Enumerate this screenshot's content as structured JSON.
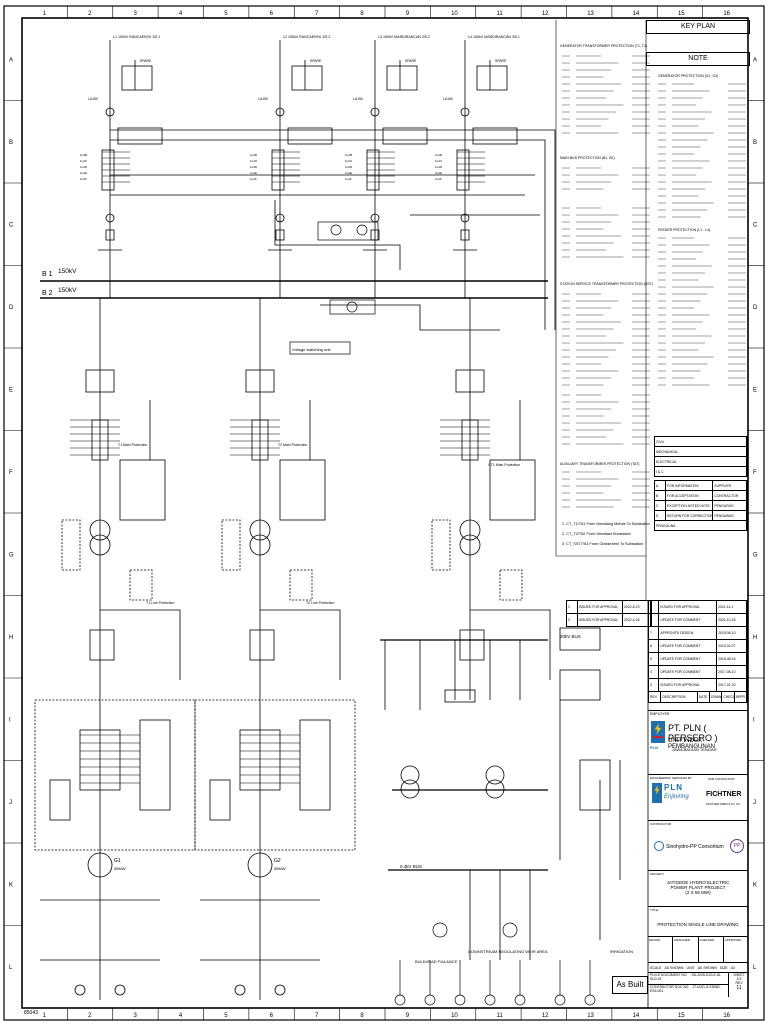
{
  "border": {
    "columns": [
      "1",
      "2",
      "3",
      "4",
      "5",
      "6",
      "7",
      "8",
      "9",
      "10",
      "11",
      "12",
      "13",
      "14",
      "15",
      "16"
    ],
    "rows": [
      "A",
      "B",
      "C",
      "D",
      "E",
      "F",
      "G",
      "H",
      "I",
      "J",
      "K",
      "L"
    ]
  },
  "buses": [
    {
      "name": "B 1",
      "voltage": "150kV"
    },
    {
      "name": "B 2",
      "voltage": "150kV"
    }
  ],
  "feeders": [
    {
      "label": "L1  150kV RANCAEKEK 3/5 1"
    },
    {
      "label": "L2  150kV RANCAEKEK 3/5 2"
    },
    {
      "label": "L3  150kV MANDIRANCAN 3/5 2"
    },
    {
      "label": "L4  150kV MANDIRANCAN 3/5 1"
    }
  ],
  "feeder_tags": [
    "LA150",
    "LA150",
    "LA150",
    "LA150"
  ],
  "spare_label": "SPARE",
  "ct_labels": [
    "1L2B",
    "1L2C",
    "1L2D",
    "1L2E",
    "1L2F"
  ],
  "protection_labels": [
    "T1 Main Protection",
    "T2 Main Protection",
    "GT1 Main Protection",
    "T1 Line Protection",
    "T2 Line Protection",
    "Voltage switching unit"
  ],
  "generators": [
    {
      "label": "G1",
      "rating": "55MW"
    },
    {
      "label": "G2",
      "rating": "55MW"
    }
  ],
  "lower_labels": [
    "DOWNSTREAM REGULATING WEIR AREA",
    "IRRIGATION",
    "BULKHEAD F/ALANCE",
    "20kV BUS",
    "0.4kV BUS"
  ],
  "key_plan": {
    "title": "KEY PLAN"
  },
  "note": {
    "title": "NOTE"
  },
  "legend_sections": [
    {
      "title": "GENERATOR TRANSFORMER PROTECTION (T1, T2)"
    },
    {
      "title": "MAIN BUS PROTECTION (B1, B2)"
    },
    {
      "title": "STATION SERVICE TRANSFORMER PROTECTION (SST)"
    },
    {
      "title": "AUXILIARY TRANSFORMER PROTECTION (TAT)"
    },
    {
      "title": "GENERATOR PROTECTION (G1, G2)"
    },
    {
      "title": "FEEDER PROTECTION (L1 - L4)"
    }
  ],
  "legend_notes": [
    "1.  CT_T1/T61 From Mandiang Mohair To Substation",
    "2.  CT_T2/T62 From Mandiast Substation",
    "3.  CT_SST/T63 From Grabkeneel To Substation"
  ],
  "categories": [
    "CIVIL",
    "MECHANICAL",
    "ELECTRICAL",
    "I & C"
  ],
  "status_rows": [
    {
      "code": "A",
      "desc": "FOR INFORMATION"
    },
    {
      "code": "B",
      "desc": "FOR ACCEPTATION"
    },
    {
      "code": "C",
      "desc": "EXCEPTION NOTED NOTE"
    },
    {
      "code": "D",
      "desc": "RETURN FOR CORRECTION"
    }
  ],
  "status_columns": [
    "SUPPLIER",
    "CONTRACTOR",
    "PENGURUS",
    "PENGAWAS",
    "PENGGUNA"
  ],
  "revisions_left": [
    {
      "rev": "1",
      "desc": "ISSUED FOR APPROVAL",
      "date": "2022-8-23"
    },
    {
      "rev": "0",
      "desc": "ISSUED FOR APPROVAL",
      "date": "2022-4-26"
    }
  ],
  "revisions_right": [
    {
      "rev": "9",
      "desc": "ISSUED FOR APPROVAL",
      "date": "2021-11-1"
    },
    {
      "rev": "8",
      "desc": "UPDATE FOR COMMENT",
      "date": "2021-10-25"
    },
    {
      "rev": "7",
      "desc": "APPROVED DESIGN",
      "date": "2019-08-10"
    },
    {
      "rev": "6",
      "desc": "UPDATE FOR COMMENT",
      "date": "2019-02-07"
    },
    {
      "rev": "5",
      "desc": "UPDATE FOR COMMENT",
      "date": "2018-08-16"
    },
    {
      "rev": "4",
      "desc": "UPDATE FOR COMMENT",
      "date": "2017-08-10"
    },
    {
      "rev": "3",
      "desc": "ISSUED FOR APPROVAL",
      "date": "2017-01-20"
    }
  ],
  "rev_headers": [
    "REV",
    "DESCRIPTION",
    "DATE",
    "DRAWN",
    "CHECK",
    "APPR"
  ],
  "owner": {
    "label": "EMPLOYER",
    "name": "PT. PLN ( PERSERO )",
    "unit": "UNIT INDUK PEMBANGUNAN",
    "region": "JAWA BAGIAN TENGAH",
    "logo_text": "PLN"
  },
  "engineer": {
    "label": "ENGINEERING SERVICES BY",
    "name": "PLN",
    "sub": "Enjiniring",
    "partner_label": "SUB CONSULTANT",
    "partner": "FICHTNER",
    "partner_sub": "FICHTNER GMBH & CO. KG"
  },
  "contractor": {
    "label": "CONTRACTOR",
    "name": "Sinohydro-PP Consortium"
  },
  "project": {
    "label": "PROJECT",
    "line1": "JATIGEDE HYDRO ELECTRIC",
    "line2": "POWER PLANT PROJECT",
    "line3": "(2 X 55 MW)"
  },
  "title": {
    "label": "TITLE",
    "value": "PROTECTION SINGLE LINE DRAWING"
  },
  "approvals": [
    "DRAWN",
    "DESIGNED",
    "CHECKED",
    "APPROVED"
  ],
  "scale": {
    "label": "SCALE",
    "value": "AS SHOWN",
    "unit_label": "UNIT",
    "unit_value": "AS SHOWN",
    "size_label": "SIZE",
    "size_value": "A3"
  },
  "doc_numbers": [
    {
      "label": "PLN-E DOCUMENT NO.",
      "value": "SD-2025-S-ELE-ID-SLD-01"
    },
    {
      "label": "CONTRACTOR DOC NO",
      "value": "JT-UGD-G-EDWD-ES3-001"
    }
  ],
  "sheet": {
    "label": "SHEET",
    "value": "1/1",
    "rev_label": "REV",
    "rev_value": "11"
  },
  "as_built": "As Built",
  "footer_code": "85043",
  "colors": {
    "line": "#000000",
    "pln_blue": "#1f6fb2",
    "pln_yellow": "#f5c400",
    "pln_red": "#d2232a",
    "consortium_purple": "#6a3d9a"
  }
}
